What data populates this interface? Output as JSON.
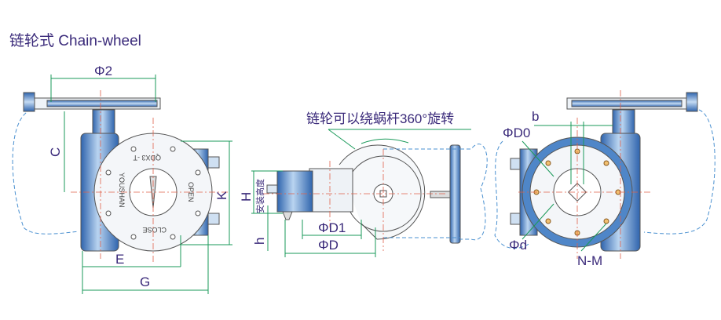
{
  "title": "链轮式 Chain-wheel",
  "rotation_note": "链轮可以绕蜗杆360°旋转",
  "install_height": "安装高度",
  "plate": {
    "model": "QDX3 -T",
    "brand": "YOUSHAN",
    "open": "OPEN",
    "close": "CLOSE"
  },
  "dimensions": {
    "phi2": "Φ2",
    "c": "C",
    "k": "K",
    "h_upper": "H",
    "e": "E",
    "g": "G",
    "h_lower": "h",
    "phi_d1": "ΦD1",
    "phi_d": "ΦD",
    "b": "b",
    "phi_d0": "ΦD0",
    "phi_small_d": "Φd",
    "n_m": "N-M"
  },
  "colors": {
    "body": "#4f86c8",
    "label": "#3a2a7a",
    "dim": "#1a9a5a",
    "center": "#e0604a"
  }
}
